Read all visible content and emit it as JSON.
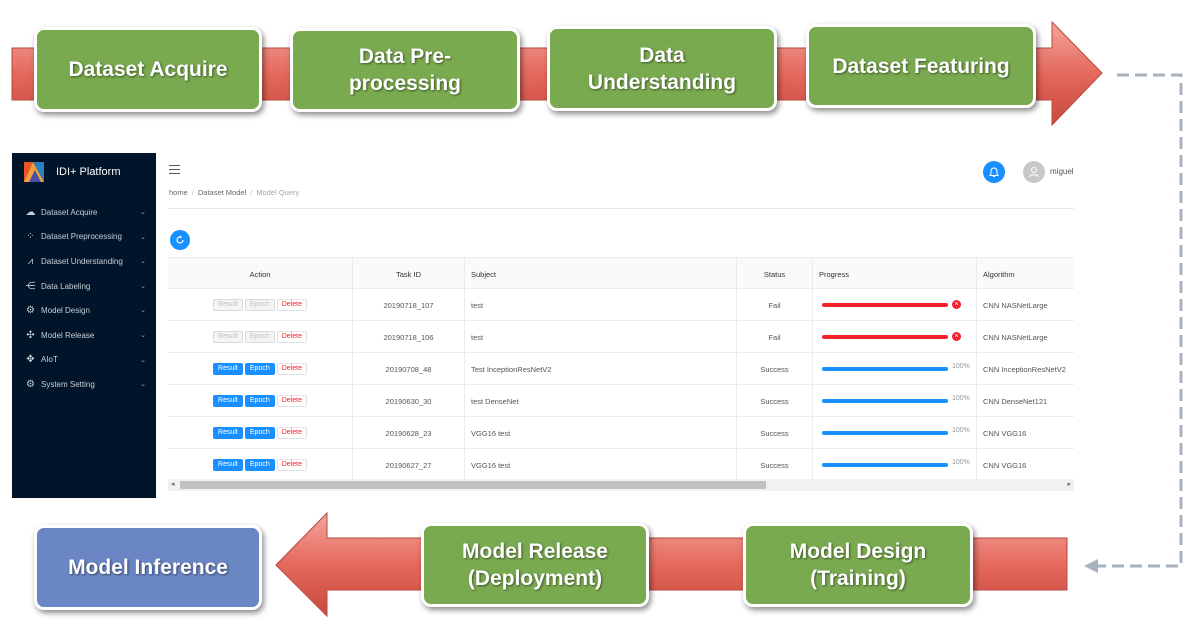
{
  "pipeline": {
    "top_stages": [
      "Dataset Acquire",
      "Data Pre-\nprocessing",
      "Data\nUnderstanding",
      "Dataset Featuring"
    ],
    "bottom_stages": [
      "Model Inference",
      "Model Release\n(Deployment)",
      "Model Design\n(Training)"
    ]
  },
  "colors": {
    "stage_green": "#7aaa4f",
    "stage_blue": "#6b86c4",
    "arrow_red": "#e8675c",
    "sidebar_bg": "#001529",
    "primary": "#1890ff",
    "fail": "#f5222d"
  },
  "app": {
    "brand": "IDI+ Platform",
    "menu": [
      {
        "label": "Dataset Acquire",
        "icon": "cloud-upload-icon",
        "glyph": "☁"
      },
      {
        "label": "Dataset Preprocessing",
        "icon": "loading-icon",
        "glyph": "⁘"
      },
      {
        "label": "Dataset Understanding",
        "icon": "line-chart-icon",
        "glyph": "⩘"
      },
      {
        "label": "Data Labeling",
        "icon": "share-icon",
        "glyph": "⋲"
      },
      {
        "label": "Model Design",
        "icon": "gear-icon",
        "glyph": "⚙"
      },
      {
        "label": "Model Release",
        "icon": "cluster-icon",
        "glyph": "✣"
      },
      {
        "label": "AIoT",
        "icon": "api-icon",
        "glyph": "✥"
      },
      {
        "label": "System Setting",
        "icon": "settings-icon",
        "glyph": "⚙"
      }
    ],
    "breadcrumb": {
      "home": "home",
      "parent": "Dataset Model",
      "current": "Model Query"
    },
    "user": "miguel",
    "table": {
      "headers": {
        "action": "Action",
        "task_id": "Task ID",
        "subject": "Subject",
        "status": "Status",
        "progress": "Progress",
        "algorithm": "Algorithm"
      },
      "button_labels": {
        "result": "Result",
        "epoch": "Epoch",
        "delete": "Delete"
      },
      "rows": [
        {
          "task_id": "20190718_107",
          "subject": "test",
          "status": "Fail",
          "progress": 1.0,
          "progress_label": "",
          "algorithm": "CNN NASNetLarge",
          "enabled": false
        },
        {
          "task_id": "20190718_106",
          "subject": "test",
          "status": "Fail",
          "progress": 1.0,
          "progress_label": "",
          "algorithm": "CNN NASNetLarge",
          "enabled": false
        },
        {
          "task_id": "20190708_48",
          "subject": "Test InceptionResNetV2",
          "status": "Success",
          "progress": 1.0,
          "progress_label": "100%",
          "algorithm": "CNN InceptionResNetV2",
          "enabled": true
        },
        {
          "task_id": "20190630_30",
          "subject": "test DenseNet",
          "status": "Success",
          "progress": 1.0,
          "progress_label": "100%",
          "algorithm": "CNN DenseNet121",
          "enabled": true
        },
        {
          "task_id": "20190628_23",
          "subject": "VGG16 test",
          "status": "Success",
          "progress": 1.0,
          "progress_label": "100%",
          "algorithm": "CNN VGG16",
          "enabled": true
        },
        {
          "task_id": "20190627_27",
          "subject": "VGG16 test",
          "status": "Success",
          "progress": 1.0,
          "progress_label": "100%",
          "algorithm": "CNN VGG16",
          "enabled": true
        }
      ]
    }
  }
}
